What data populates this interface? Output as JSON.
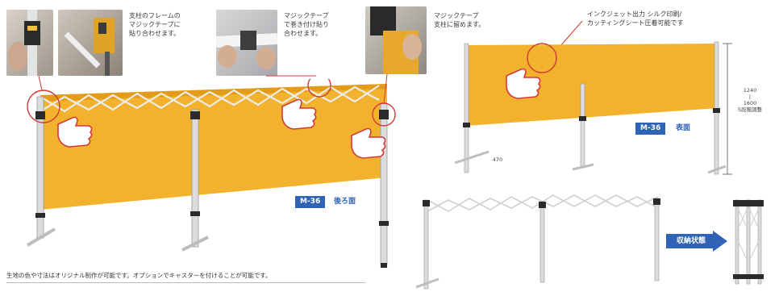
{
  "captions": {
    "frame_velcro": "支柱のフレームの\nマジックテープに\n貼り合わせます。",
    "wrap_velcro": "マジックテープ\nで巻き付け貼り\n合わせます。",
    "pole_velcro": "マジックテープ\n支柱に留めます。",
    "print_options": "インクジェット出力 シルク印刷/\nカッティングシート圧着可能です"
  },
  "badges": {
    "back": {
      "code": "M-36",
      "side": "後ろ面"
    },
    "front": {
      "code": "M-36",
      "side": "表面"
    }
  },
  "dimensions": {
    "height": "1240\n|\n1600\n5段階調整",
    "base_depth": "470"
  },
  "storage_label": "収納状態",
  "footer_note": "生地の色や寸法はオリジナル制作が可能です。オプションでキャスターを付けることが可能です。",
  "colors": {
    "banner": "#f2b22e",
    "banner_dark": "#e39c1a",
    "pole": "#d9d9d9",
    "pole_edge": "#9a9a9a",
    "accent_blue": "#2f63b6",
    "highlight_red": "#d23a3a"
  },
  "icons": [
    "pointing-hand-icon",
    "arrow-right-icon",
    "highlight-circle-icon"
  ]
}
